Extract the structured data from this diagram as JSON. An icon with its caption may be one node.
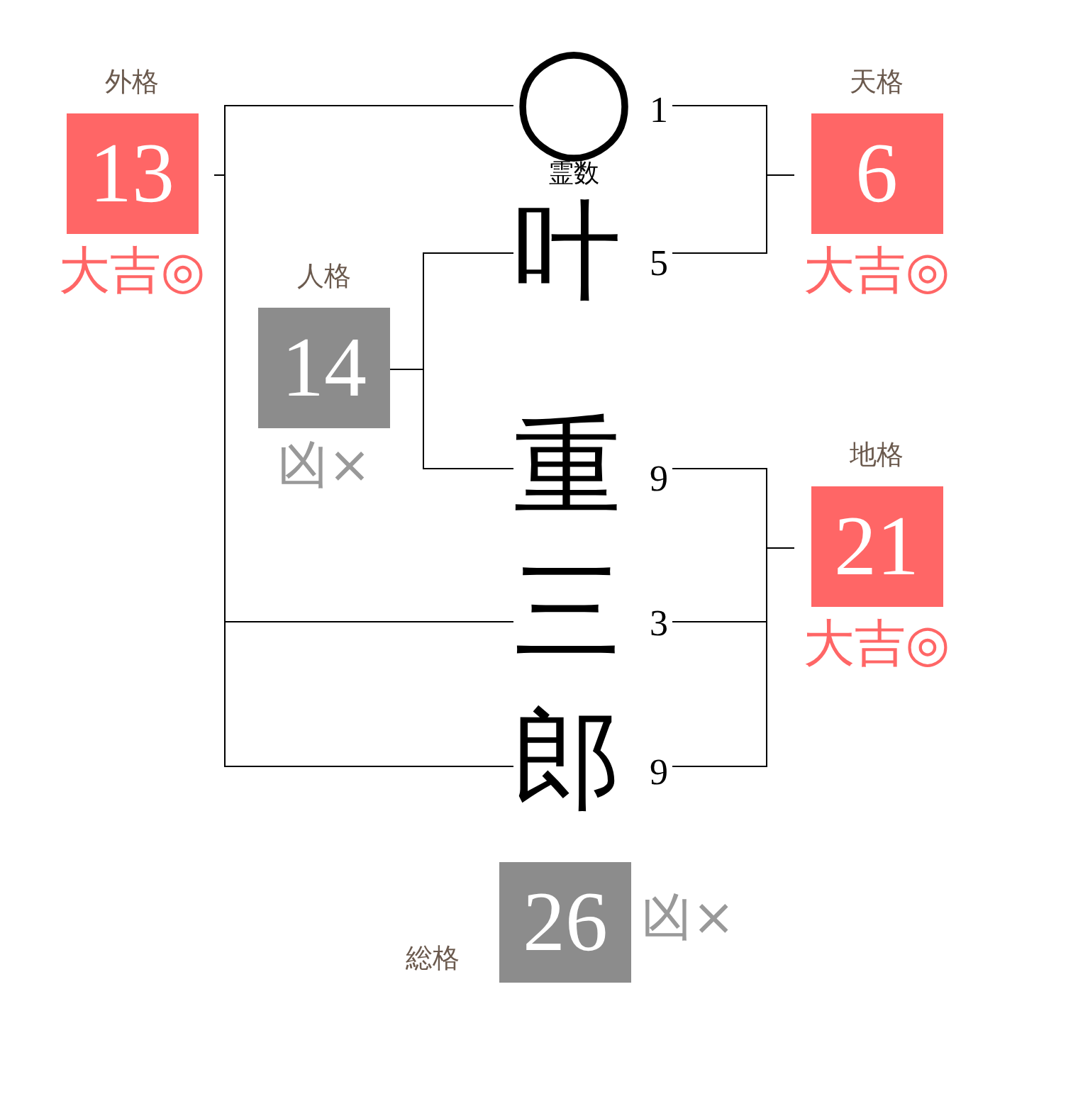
{
  "diagram": {
    "nodes": [
      {
        "text": [
          "外格",
          "13"
        ],
        "beside": [
          "大吉◎"
        ]
      },
      {
        "text": [
          "◯"
        ],
        "beside": [
          "1",
          "霊数"
        ]
      },
      {
        "text": [
          "天格",
          "6"
        ],
        "beside": [
          "大吉◎"
        ]
      },
      {
        "text": [
          "叶"
        ],
        "beside": [
          "5"
        ]
      },
      {
        "text": [
          "人格",
          "14"
        ],
        "beside": [
          "凶×"
        ]
      },
      {
        "text": [
          "重"
        ],
        "beside": [
          "9"
        ]
      },
      {
        "text": [
          "地格",
          "21"
        ],
        "beside": [
          "大吉◎"
        ]
      },
      {
        "text": [
          "三"
        ],
        "beside": [
          "3"
        ]
      },
      {
        "text": [
          "郎"
        ],
        "beside": [
          "9"
        ]
      },
      {
        "text": [
          "総格",
          "26"
        ],
        "beside": [
          "凶×"
        ]
      }
    ],
    "edges": [
      {
        "from": 1,
        "to": 0,
        "arrow": "none"
      },
      {
        "from": 7,
        "to": 0,
        "arrow": "none"
      },
      {
        "from": 8,
        "to": 0,
        "arrow": "none"
      },
      {
        "from": 1,
        "to": 2,
        "arrow": "none"
      },
      {
        "from": 3,
        "to": 2,
        "arrow": "none"
      },
      {
        "from": 3,
        "to": 4,
        "arrow": "none"
      },
      {
        "from": 5,
        "to": 4,
        "arrow": "none"
      },
      {
        "from": 5,
        "to": 6,
        "arrow": "none"
      },
      {
        "from": 7,
        "to": 6,
        "arrow": "none"
      },
      {
        "from": 8,
        "to": 6,
        "arrow": "none"
      }
    ]
  }
}
